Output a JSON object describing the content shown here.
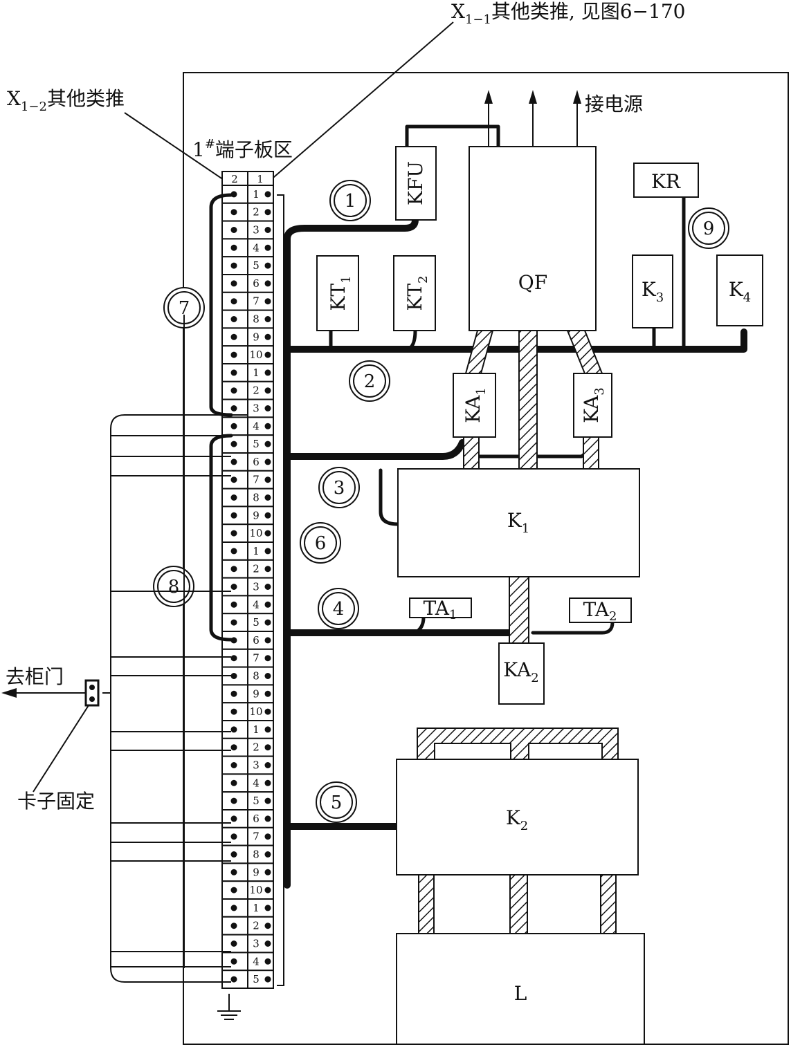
{
  "callouts": {
    "x11_base": "X",
    "x11_sub": "1−1",
    "x11_text": "其他类推, 见图6−170",
    "x12_base": "X",
    "x12_sub": "1−2",
    "x12_text": "其他类推",
    "zone_base": "1",
    "zone_sup": "#",
    "zone_text": "端子板区",
    "power": "接电源",
    "door": "去柜门",
    "clip": "卡子固定"
  },
  "terminal_headers": [
    "2",
    "1"
  ],
  "terminal_numbers": [
    "1",
    "2",
    "3",
    "4",
    "5",
    "6",
    "7",
    "8",
    "9",
    "10",
    "1",
    "2",
    "3",
    "4",
    "5",
    "6",
    "7",
    "8",
    "9",
    "10",
    "1",
    "2",
    "3",
    "4",
    "5",
    "6",
    "7",
    "8",
    "9",
    "10",
    "1",
    "2",
    "3",
    "4",
    "5",
    "6",
    "7",
    "8",
    "9",
    "10",
    "1",
    "2",
    "3",
    "4",
    "5"
  ],
  "components": {
    "kfu": "KFU",
    "qf": "QF",
    "kr": "KR",
    "kt1": {
      "base": "KT",
      "sub": "1"
    },
    "kt2": {
      "base": "KT",
      "sub": "2"
    },
    "k3": {
      "base": "K",
      "sub": "3"
    },
    "k4": {
      "base": "K",
      "sub": "4"
    },
    "ka1": {
      "base": "KA",
      "sub": "1"
    },
    "ka3": {
      "base": "KA",
      "sub": "3"
    },
    "k1": {
      "base": "K",
      "sub": "1"
    },
    "ta1": {
      "base": "TA",
      "sub": "1"
    },
    "ta2": {
      "base": "TA",
      "sub": "2"
    },
    "ka2": {
      "base": "KA",
      "sub": "2"
    },
    "k2": {
      "base": "K",
      "sub": "2"
    },
    "l": "L"
  },
  "harness_markers": [
    "1",
    "2",
    "3",
    "4",
    "5",
    "6",
    "7",
    "8",
    "9"
  ]
}
